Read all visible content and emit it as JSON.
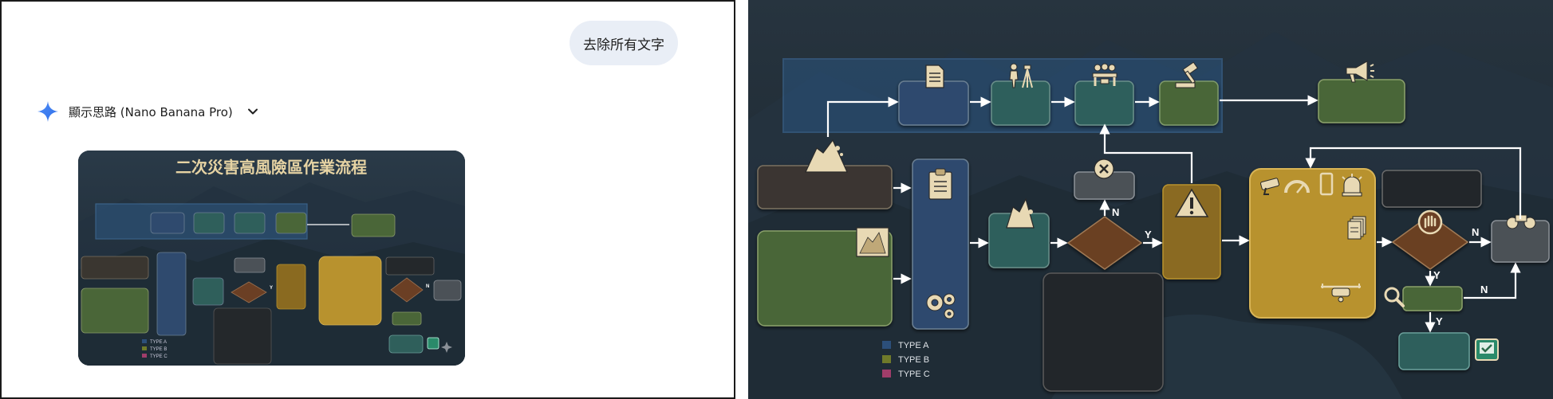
{
  "chat": {
    "user_message": "去除所有文字",
    "thinking_label": "顯示思路 (Nano Banana Pro)"
  },
  "thumbnail": {
    "title": "二次災害高風險區作業流程",
    "legend": [
      "TYPE A",
      "TYPE B",
      "TYPE C"
    ],
    "labels": {
      "n": "N",
      "y": "Y"
    }
  },
  "diagram": {
    "legend": [
      {
        "label": "TYPE A",
        "color": "#2c4f7a"
      },
      {
        "label": "TYPE B",
        "color": "#6f7a2a"
      },
      {
        "label": "TYPE C",
        "color": "#a03d6a"
      }
    ],
    "labels": {
      "n": "N",
      "y": "Y"
    },
    "colors": {
      "blue": "#2f4a6e",
      "teal": "#2f5f5b",
      "green": "#4a6638",
      "gold": "#b8922e",
      "brown": "#6b3f24",
      "dark": "#2a2f33",
      "gray": "#4b5157",
      "cream": "#e8d9b4"
    },
    "icons": [
      "document-icon",
      "surveyor-icon",
      "meeting-icon",
      "gavel-icon",
      "megaphone-icon",
      "landslide-icon",
      "clipboard-icon",
      "gears-icon",
      "close-icon",
      "warning-icon",
      "camera-icon",
      "gauge-icon",
      "phone-icon",
      "siren-icon",
      "files-icon",
      "hand-stop-icon",
      "drone-icon",
      "binoculars-icon",
      "magnifier-icon",
      "checklist-icon"
    ]
  }
}
